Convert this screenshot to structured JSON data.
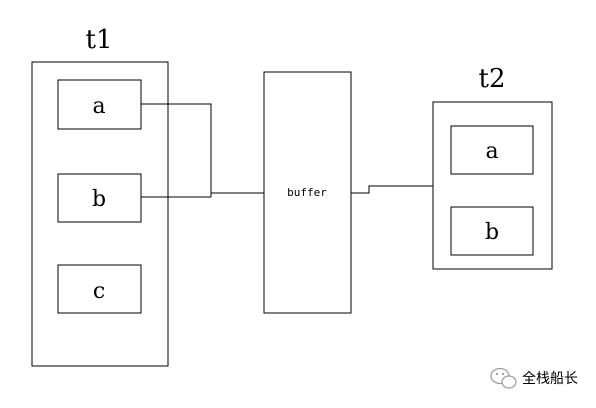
{
  "diagram": {
    "t1": {
      "title": "t1",
      "items": [
        "a",
        "b",
        "c"
      ]
    },
    "buffer": {
      "label": "buffer"
    },
    "t2": {
      "title": "t2",
      "items": [
        "a",
        "b"
      ]
    }
  },
  "watermark": {
    "text": "全栈船长",
    "icon": "wechat-icon"
  }
}
